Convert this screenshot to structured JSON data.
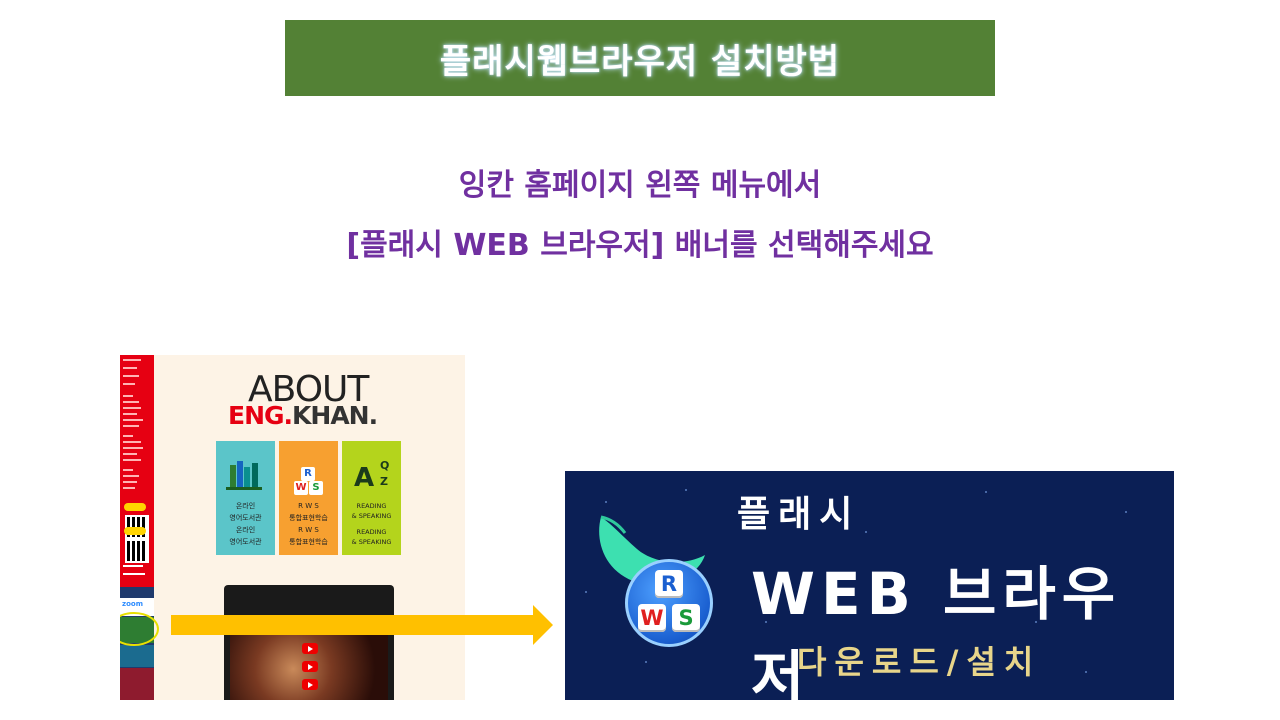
{
  "title": "플래시웹브라우저 설치방법",
  "instruction": {
    "line1": "잉칸 홈페이지 왼쪽 메뉴에서",
    "line2": "[플래시 WEB 브라우저] 배너를 선택해주세요"
  },
  "homepage": {
    "about_line1": "ABOUT",
    "about_line2_red": "ENG",
    "about_line2_dot": ".",
    "about_line2_rest": "KHAN.",
    "sidebar_zoom": "zoom",
    "cards": [
      {
        "name": "online-library",
        "lines": [
          "온라인",
          "영어도서관",
          "온라인",
          "영어도서관"
        ]
      },
      {
        "name": "rws",
        "lines": [
          "R W S",
          "통합표현학습",
          "R W S",
          "통합표현학습"
        ]
      },
      {
        "name": "reading-speaking",
        "lines": [
          "READING",
          "& SPEAKING",
          "READING",
          "& SPEAKING"
        ]
      }
    ],
    "rws_tiles": [
      "R",
      "W",
      "S"
    ],
    "rs_letters": [
      "A",
      "Q",
      "Z"
    ]
  },
  "banner": {
    "line1": "플래시",
    "line2": "WEB 브라우저",
    "line3": "다운로드/설치",
    "tiles": [
      "R",
      "W",
      "S"
    ]
  },
  "colors": {
    "title_bg": "#538135",
    "instruction_text": "#7030a0",
    "arrow": "#ffc000",
    "banner_bg": "#0b1f55",
    "sidebar_red": "#e60012"
  }
}
